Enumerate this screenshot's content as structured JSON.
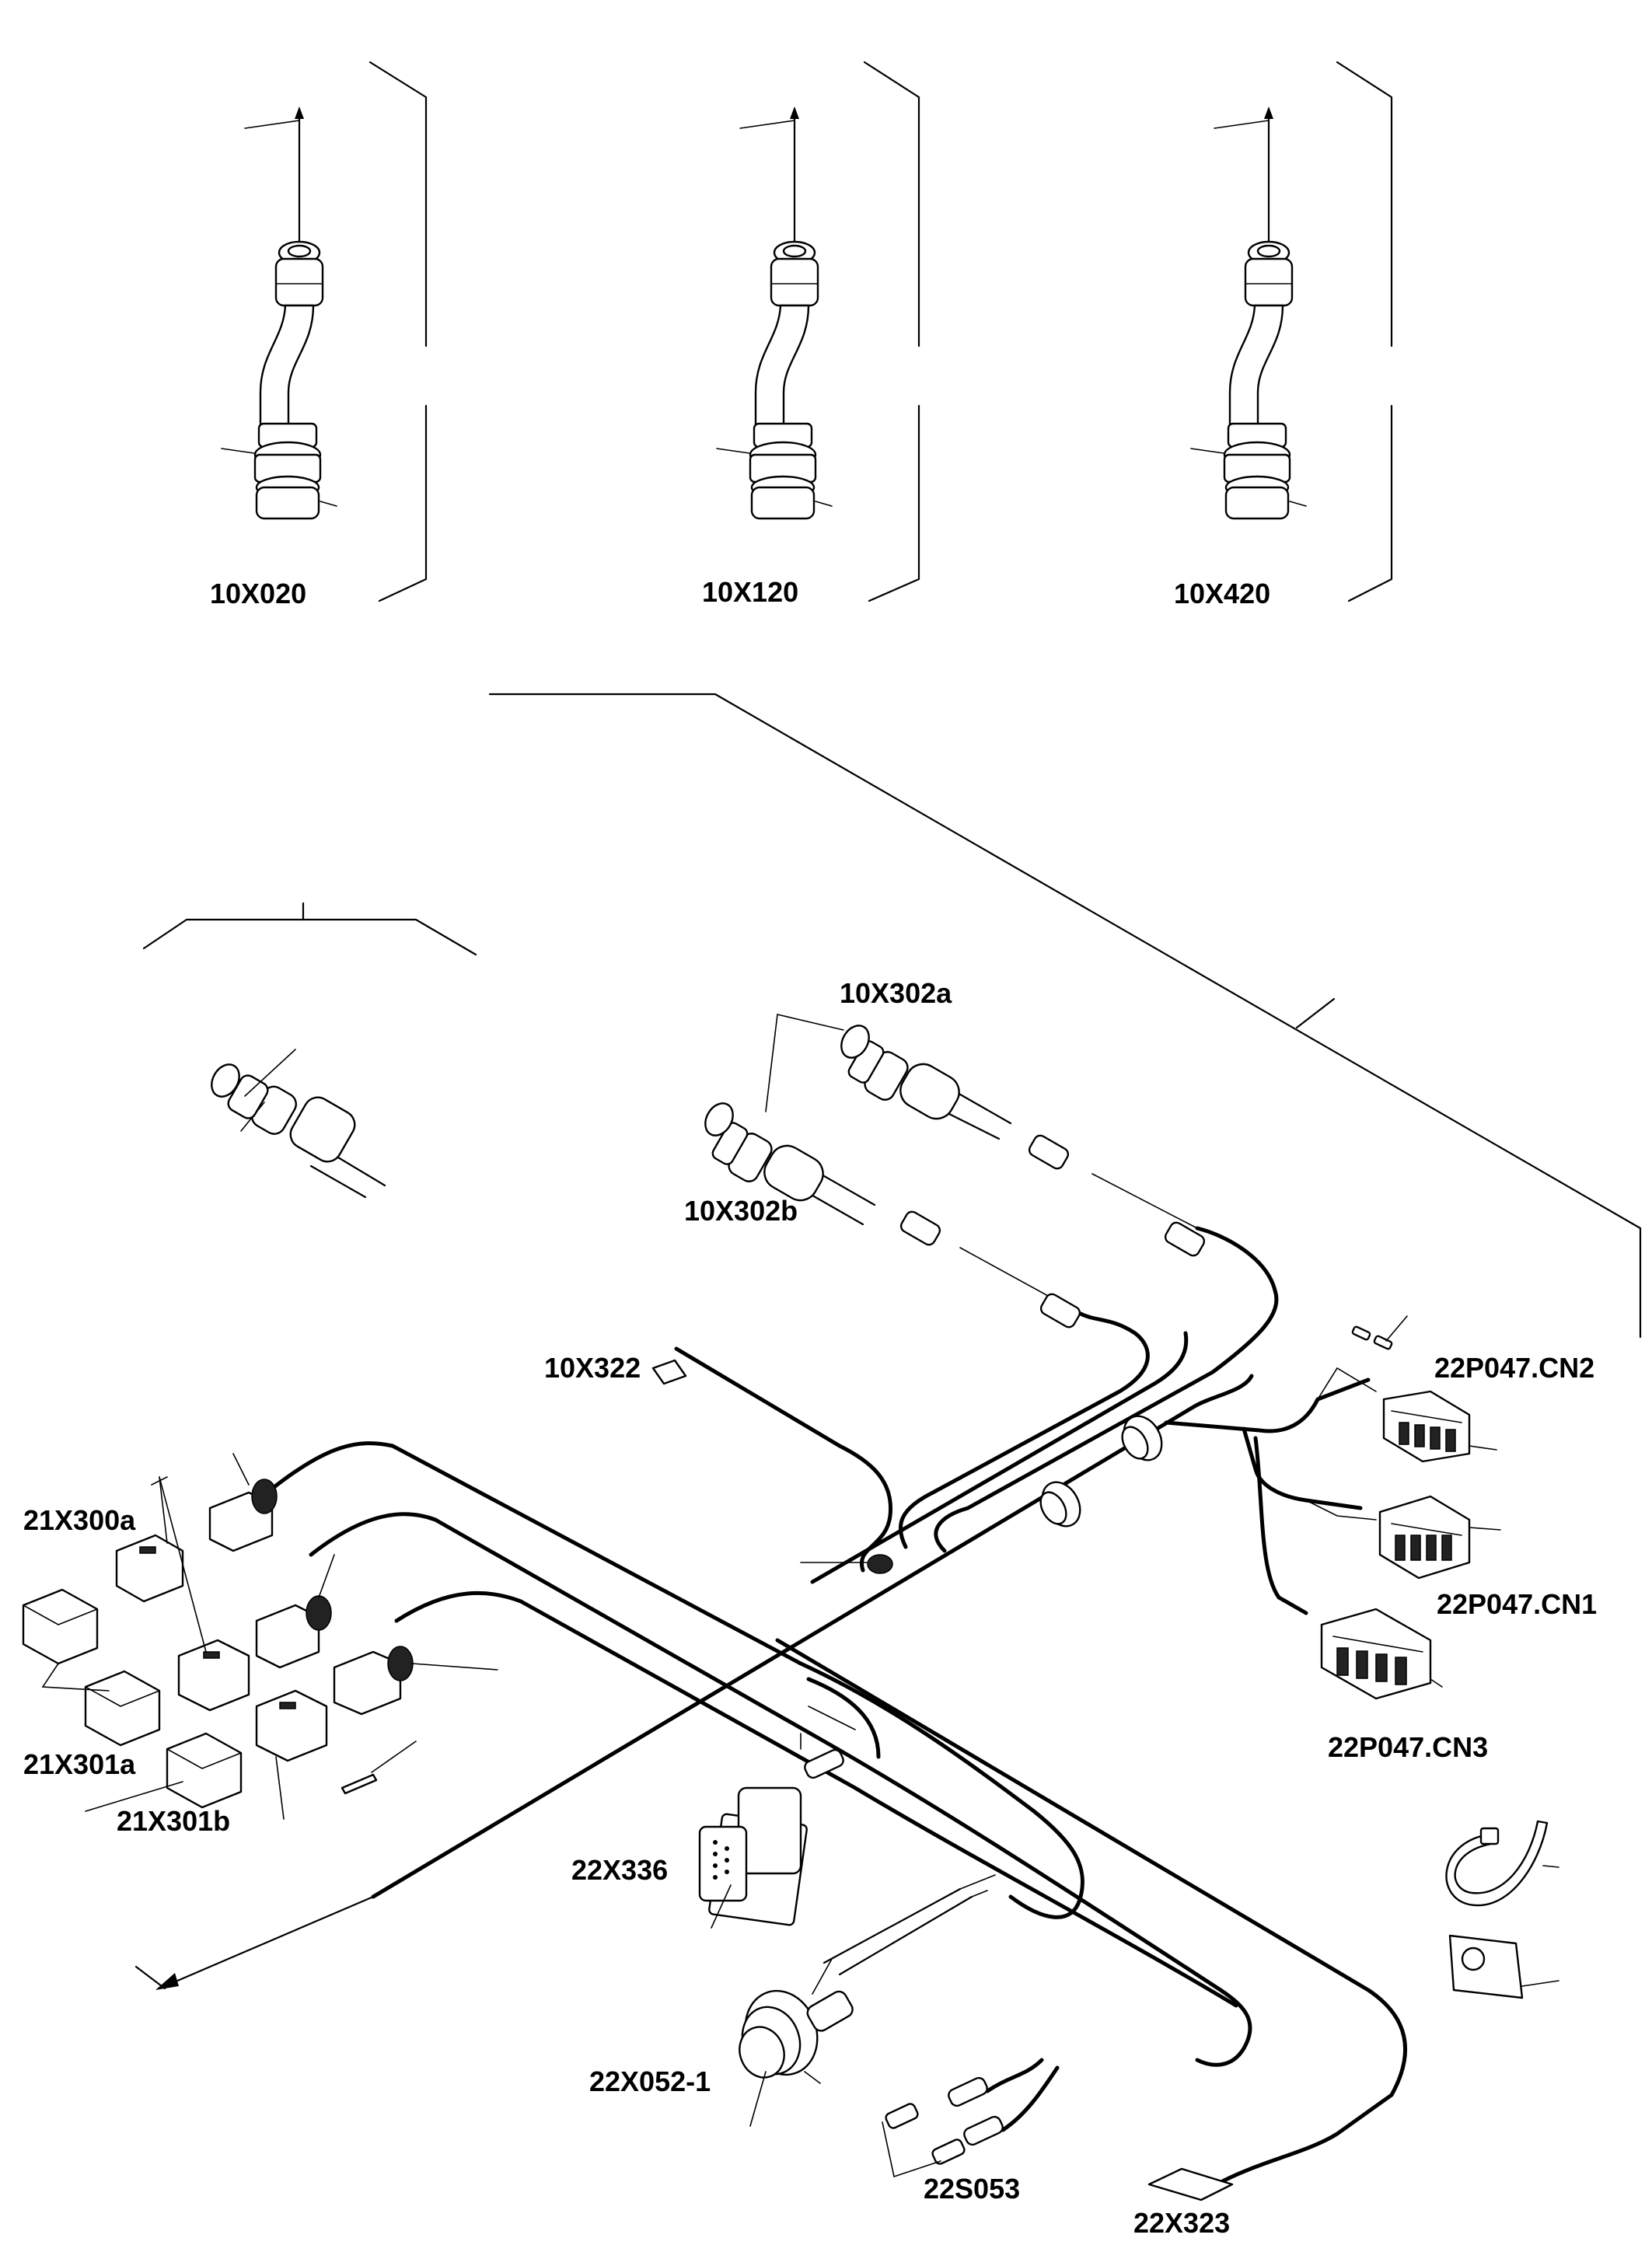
{
  "labels": {
    "l10x020": "10X020",
    "l10x120": "10X120",
    "l10x420": "10X420",
    "l10x302a": "10X302a",
    "l10x302b": "10X302b",
    "l10x322": "10X322",
    "l22p047cn2": "22P047.CN2",
    "l22p047cn1": "22P047.CN1",
    "l22p047cn3": "22P047.CN3",
    "l21x300a": "21X300a",
    "l21x301a": "21X301a",
    "l21x301b": "21X301b",
    "l22x336": "22X336",
    "l22x052": "22X052-1",
    "l22s053": "22S053",
    "l22x323": "22X323"
  }
}
